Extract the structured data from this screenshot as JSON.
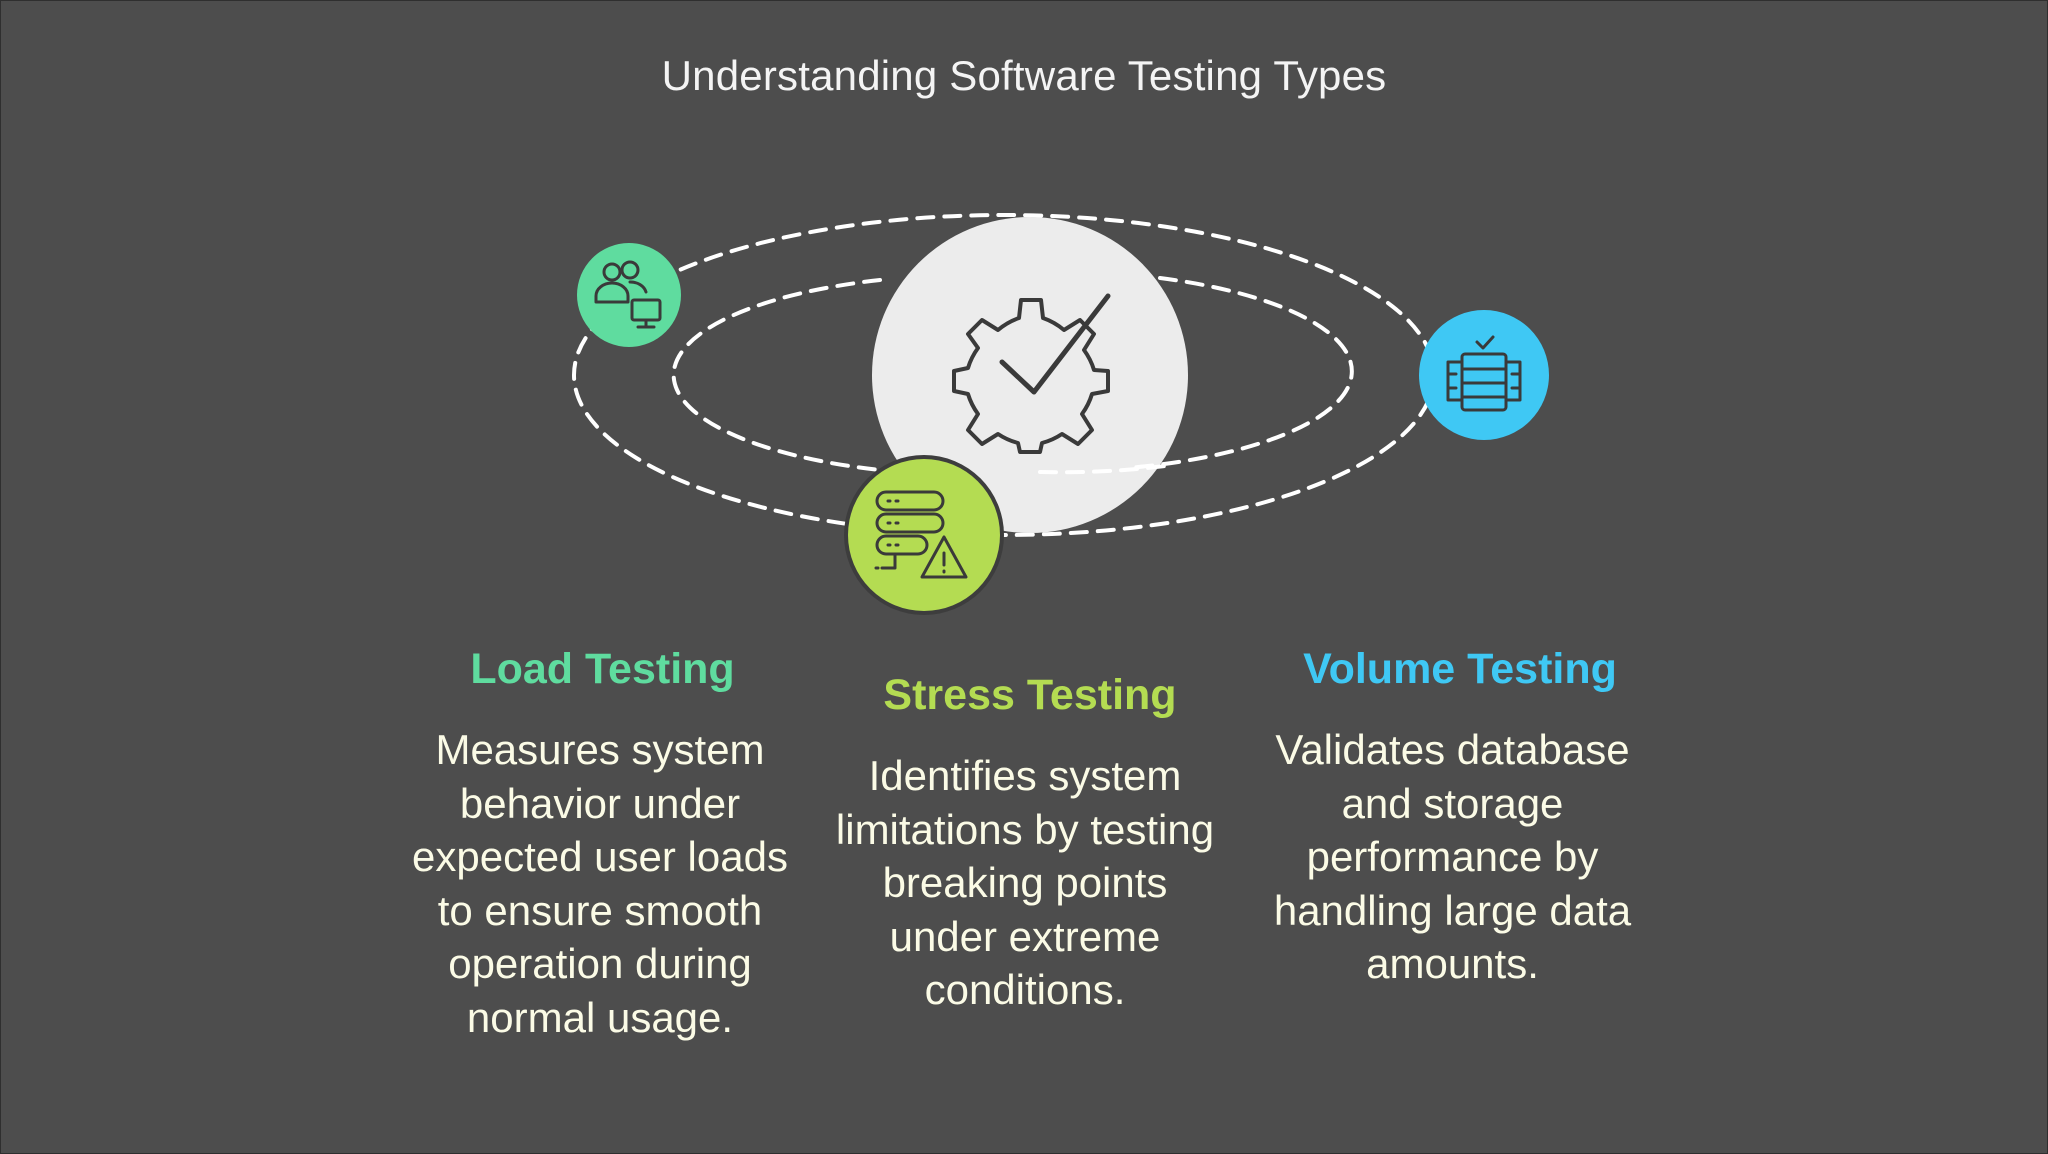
{
  "title": "Understanding Software Testing Types",
  "colors": {
    "background": "#4d4d4d",
    "load": "#5fdc9f",
    "stress": "#b4dc52",
    "volume": "#3fc8f4",
    "center": "#ececec",
    "icon_stroke": "#3a3a3a",
    "text": "#fbfbe6"
  },
  "center": {
    "icon": "gear-check-icon"
  },
  "items": [
    {
      "id": "load",
      "heading": "Load Testing",
      "icon": "users-computer-icon",
      "description": "Measures system behavior under expected user loads to ensure smooth operation during normal usage."
    },
    {
      "id": "stress",
      "heading": "Stress Testing",
      "icon": "server-warning-icon",
      "description": "Identifies system limitations by testing breaking points under extreme conditions."
    },
    {
      "id": "volume",
      "heading": "Volume Testing",
      "icon": "database-check-icon",
      "description": "Validates database and storage performance by handling large data amounts."
    }
  ]
}
